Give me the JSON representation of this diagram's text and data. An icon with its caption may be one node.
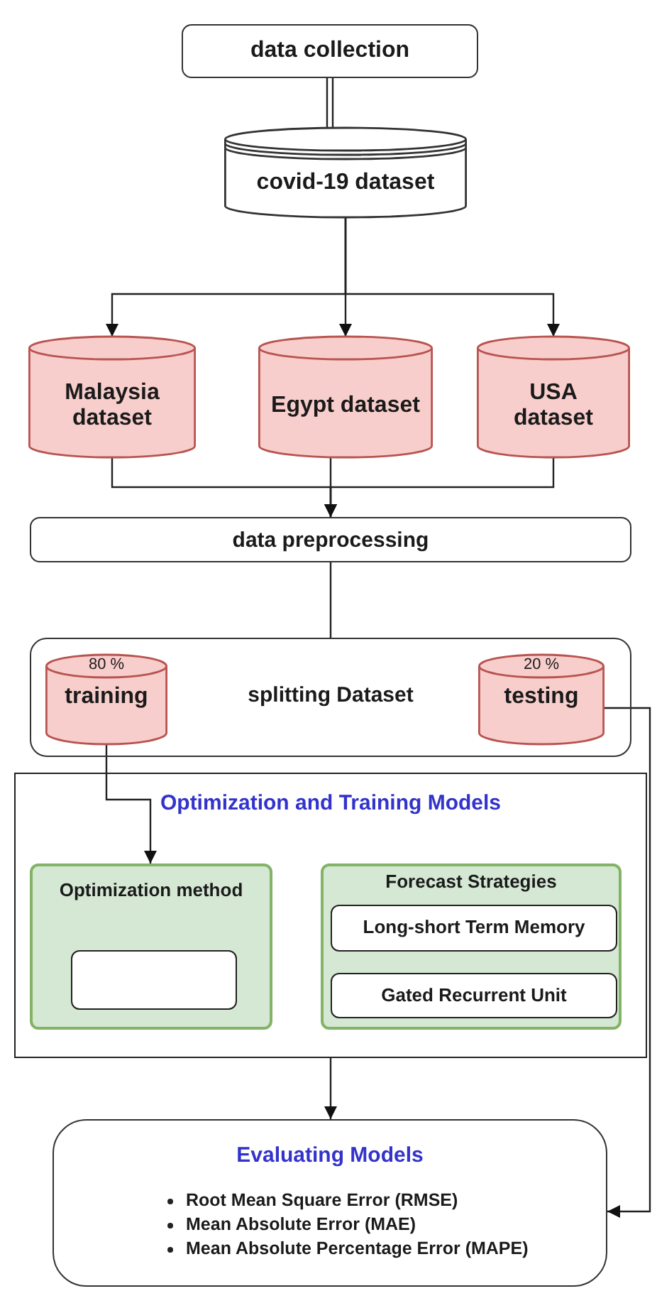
{
  "diagram": {
    "nodes": [
      {
        "text": [
          "data collection"
        ]
      },
      {
        "text": [
          "covid-19 dataset"
        ]
      },
      {
        "text": [
          "Malaysia dataset"
        ]
      },
      {
        "text": [
          "Egypt dataset"
        ]
      },
      {
        "text": [
          "USA dataset"
        ]
      },
      {
        "text": [
          "data preprocessing"
        ]
      },
      {
        "text": [
          "splitting Dataset"
        ]
      },
      {
        "text": [
          "80 %",
          "training"
        ],
        "in": 6
      },
      {
        "text": [
          "20 %",
          "testing"
        ],
        "in": 6
      },
      {
        "text": [
          "Optimization and Training Models"
        ]
      },
      {
        "text": [
          "Optimization method"
        ],
        "in": 9
      },
      {
        "text": [],
        "shape": "box",
        "in": 10
      },
      {
        "text": [
          "Forecast Strategies"
        ],
        "in": 9
      },
      {
        "text": [
          "Long-short Term Memory"
        ],
        "in": 12
      },
      {
        "text": [
          "Gated Recurrent Unit"
        ],
        "in": 12
      },
      {
        "text": [
          "Evaluating Models",
          "Root Mean Square Error (RMSE)",
          "Mean Absolute Error (MAE)",
          "Mean Absolute Percentage Error (MAPE)"
        ]
      }
    ],
    "edges": [
      {
        "from": 0,
        "to": 1,
        "arrow": "none"
      },
      {
        "from": 1,
        "to": 2,
        "arrow": "to"
      },
      {
        "from": 1,
        "to": 3,
        "arrow": "to"
      },
      {
        "from": 1,
        "to": 4,
        "arrow": "to"
      },
      {
        "from": 2,
        "to": 5,
        "arrow": "to"
      },
      {
        "from": 3,
        "to": 5,
        "arrow": "to"
      },
      {
        "from": 4,
        "to": 5,
        "arrow": "to"
      },
      {
        "from": 5,
        "to": 6,
        "arrow": "none"
      },
      {
        "from": 7,
        "to": 10,
        "arrow": "to"
      },
      {
        "from": 8,
        "to": 15,
        "arrow": "to"
      },
      {
        "from": 9,
        "to": 15,
        "arrow": "to"
      }
    ]
  }
}
